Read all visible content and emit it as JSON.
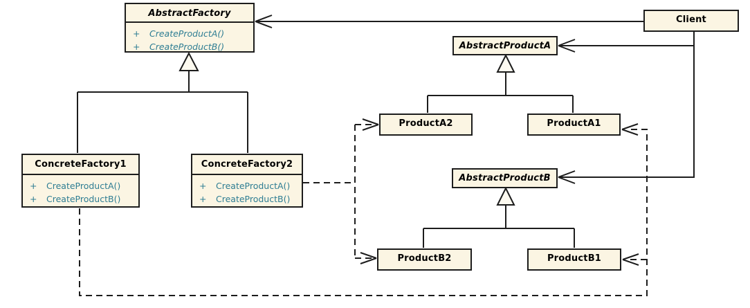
{
  "colors": {
    "box_fill": "#FBF5E3",
    "box_border": "#1C1C1C",
    "method_text": "#2E7D93",
    "title_text": "#000000",
    "background": "#FFFFFF"
  },
  "classes": {
    "abstract_factory": {
      "name": "AbstractFactory",
      "abstract": true,
      "methods": [
        {
          "visibility": "+",
          "signature": "CreateProductA()"
        },
        {
          "visibility": "+",
          "signature": "CreateProductB()"
        }
      ]
    },
    "client": {
      "name": "Client",
      "abstract": false,
      "methods": []
    },
    "abstract_product_a": {
      "name": "AbstractProductA",
      "abstract": true,
      "methods": []
    },
    "product_a2": {
      "name": "ProductA2",
      "abstract": false,
      "methods": []
    },
    "product_a1": {
      "name": "ProductA1",
      "abstract": false,
      "methods": []
    },
    "concrete_factory1": {
      "name": "ConcreteFactory1",
      "abstract": false,
      "methods": [
        {
          "visibility": "+",
          "signature": "CreateProductA()"
        },
        {
          "visibility": "+",
          "signature": "CreateProductB()"
        }
      ]
    },
    "concrete_factory2": {
      "name": "ConcreteFactory2",
      "abstract": false,
      "methods": [
        {
          "visibility": "+",
          "signature": "CreateProductA()"
        },
        {
          "visibility": "+",
          "signature": "CreateProductB()"
        }
      ]
    },
    "abstract_product_b": {
      "name": "AbstractProductB",
      "abstract": true,
      "methods": []
    },
    "product_b2": {
      "name": "ProductB2",
      "abstract": false,
      "methods": []
    },
    "product_b1": {
      "name": "ProductB1",
      "abstract": false,
      "methods": []
    }
  },
  "relationships": [
    {
      "type": "association-arrow",
      "from": "Client",
      "to": "AbstractFactory"
    },
    {
      "type": "association-arrow",
      "from": "Client",
      "to": "AbstractProductA"
    },
    {
      "type": "association-arrow",
      "from": "Client",
      "to": "AbstractProductB"
    },
    {
      "type": "generalization",
      "from": "ConcreteFactory1",
      "to": "AbstractFactory"
    },
    {
      "type": "generalization",
      "from": "ConcreteFactory2",
      "to": "AbstractFactory"
    },
    {
      "type": "generalization",
      "from": "ProductA2",
      "to": "AbstractProductA"
    },
    {
      "type": "generalization",
      "from": "ProductA1",
      "to": "AbstractProductA"
    },
    {
      "type": "generalization",
      "from": "ProductB2",
      "to": "AbstractProductB"
    },
    {
      "type": "generalization",
      "from": "ProductB1",
      "to": "AbstractProductB"
    },
    {
      "type": "dashed-dependency",
      "from": "ConcreteFactory2",
      "to": "ProductA2"
    },
    {
      "type": "dashed-dependency",
      "from": "ConcreteFactory2",
      "to": "ProductB2"
    },
    {
      "type": "dashed-dependency",
      "from": "ConcreteFactory1",
      "to": "ProductA1"
    },
    {
      "type": "dashed-dependency",
      "from": "ConcreteFactory1",
      "to": "ProductB1"
    }
  ]
}
